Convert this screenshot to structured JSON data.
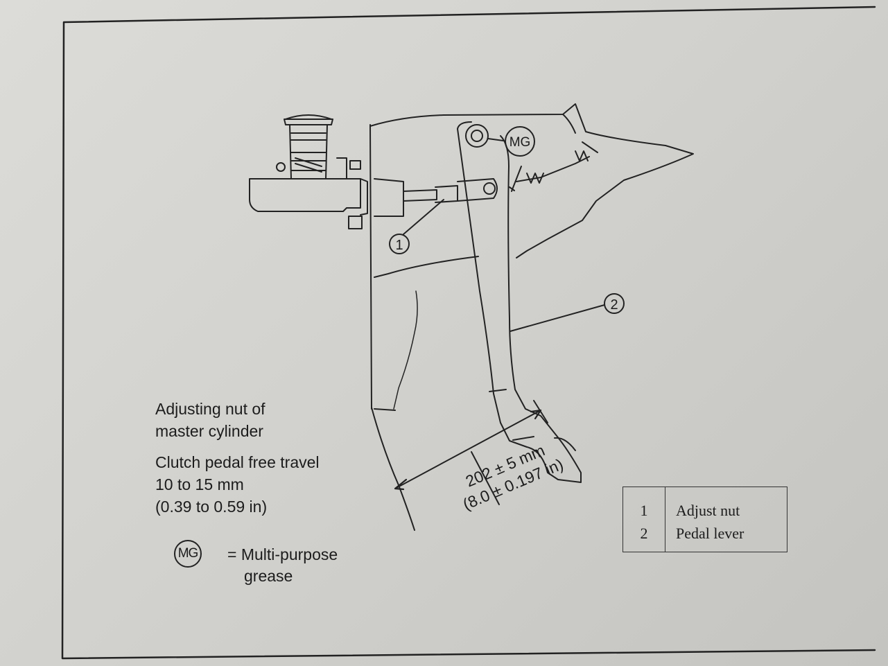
{
  "callouts": {
    "one": "1",
    "two": "2",
    "mg": "MG"
  },
  "notes": {
    "adjusting_nut_line1": "Adjusting nut of",
    "adjusting_nut_line2": "master cylinder",
    "free_travel_line1": "Clutch pedal free travel",
    "free_travel_line2": "10 to 15 mm",
    "free_travel_line3": "(0.39 to 0.59 in)"
  },
  "dimension": {
    "metric": "202 ± 5 mm",
    "imperial": "(8.0 ± 0.197 in)"
  },
  "grease": {
    "badge": "MG",
    "line1": "= Multi-purpose",
    "line2": "grease"
  },
  "legend": {
    "rows": [
      {
        "number": "1",
        "label": "Adjust nut"
      },
      {
        "number": "2",
        "label": "Pedal lever"
      }
    ]
  }
}
